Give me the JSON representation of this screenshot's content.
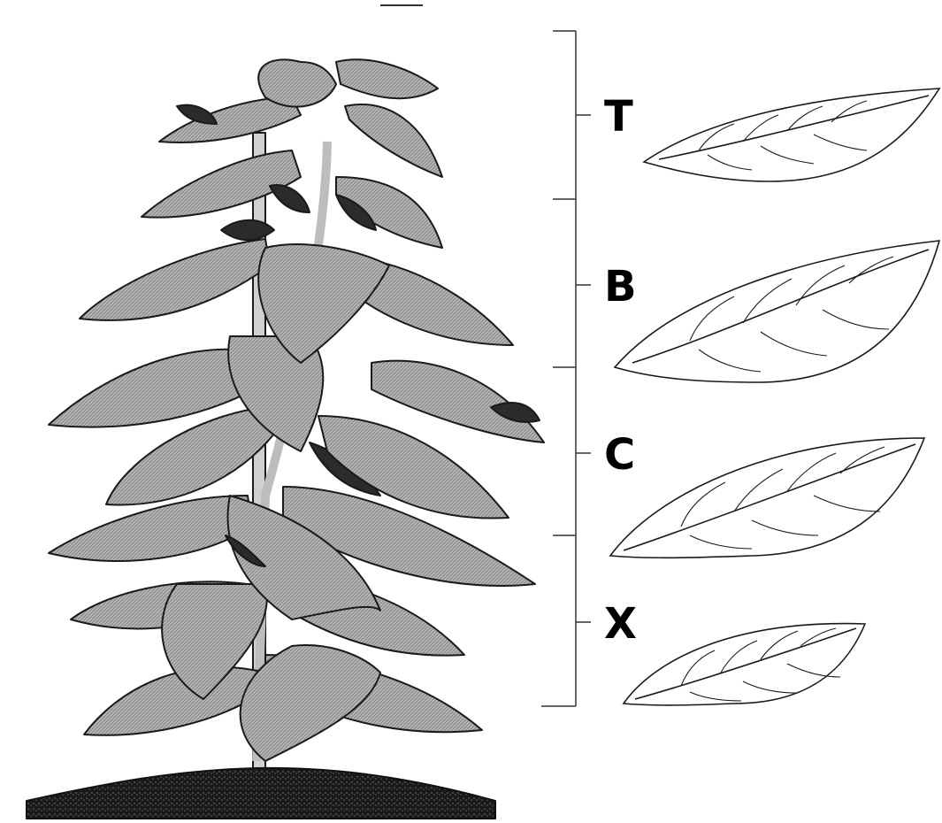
{
  "colors": {
    "ink": "#1a1a1a",
    "leaf_fill": "#a9a9a9",
    "leaf_dark": "#2b2b2b",
    "soil": "#111111",
    "background": "#ffffff"
  },
  "plant": {
    "icon": "tobacco-plant-illustration"
  },
  "stalk_positions": [
    {
      "label": "T",
      "icon": "tip-leaf-outline"
    },
    {
      "label": "B",
      "icon": "leaf-outline"
    },
    {
      "label": "C",
      "icon": "cutter-leaf-outline"
    },
    {
      "label": "X",
      "icon": "lug-leaf-outline"
    }
  ]
}
